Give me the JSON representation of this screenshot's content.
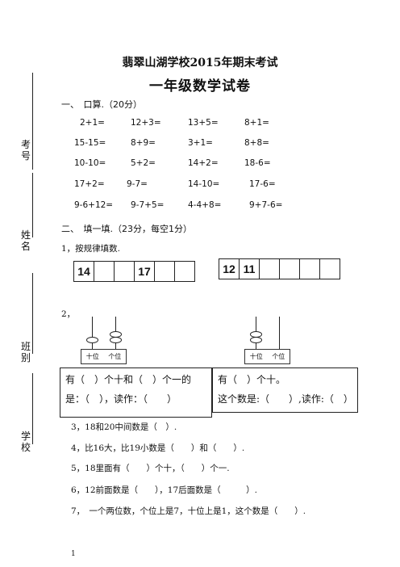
{
  "margin": {
    "labels": [
      "考号",
      "姓名",
      "班别",
      "学校"
    ]
  },
  "header": {
    "title": "翡翠山湖学校2015年期末考试",
    "subtitle": "一年级数学试卷"
  },
  "section1": {
    "heading": "一、　口算.（20分）",
    "rows": [
      [
        "2+1=",
        "12+3=",
        "13+5=",
        "8+1="
      ],
      [
        "15-15=",
        "8+9=",
        "3+1=",
        "8+8="
      ],
      [
        "10-10=",
        "5+2=",
        "14+2=",
        "18-6="
      ],
      [
        "17+2=",
        "9-7=",
        "14-10=",
        "17-6="
      ],
      [
        "9-6+12=",
        "9-7+5=",
        "4-4+8=",
        "9+7-6="
      ]
    ]
  },
  "section2": {
    "heading": "二、　填一填.（23分，每空1分）",
    "q1": {
      "label": "1，按规律填数.",
      "seq1": [
        "14",
        "",
        "",
        "17",
        "",
        ""
      ],
      "seq2": [
        "12",
        "11",
        "",
        "",
        "",
        ""
      ]
    },
    "q2": {
      "label": "2，",
      "abacus_left": {
        "tens_label": "十位",
        "ones_label": "个位",
        "tens": 1,
        "ones": 2
      },
      "abacus_right": {
        "tens_label": "十位",
        "ones_label": "个位",
        "tens": 2,
        "ones": 0
      },
      "box_left": [
        "有（　）个十和（　）个一的",
        "是：（　），读作：（　　）"
      ],
      "box_right": [
        "有（　）个十。",
        "这个数是:（　　）,读作:（　）"
      ]
    },
    "questions": [
      "3，18和20中间数是（　）.",
      "4，比16大，比19小数是（　　）和（　　）.",
      "5，18里面有（　　）个十，（　　）个一.",
      "6，12前面数是（　　），17后面数是（　　　）.",
      "7，　一个两位数，个位上是7，十位上是1，这个数是（　　）."
    ]
  },
  "page_number": "1"
}
